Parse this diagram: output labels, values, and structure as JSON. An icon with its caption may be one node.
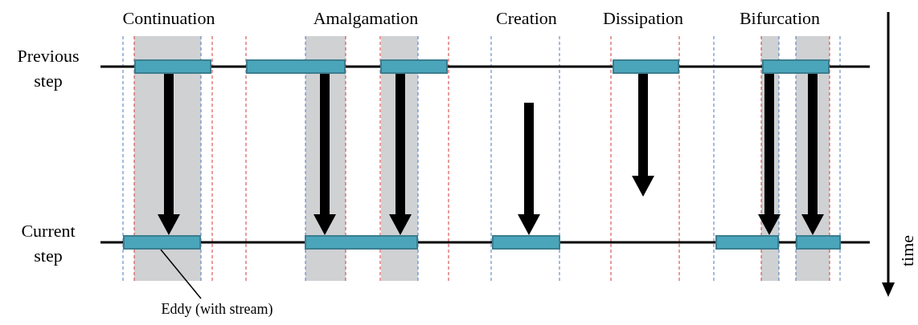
{
  "diagram": {
    "nodes": [
      {
        "text": [],
        "shape": "bar"
      },
      {
        "text": [],
        "shape": "bar"
      },
      {
        "text": [],
        "shape": "bar"
      },
      {
        "text": [],
        "shape": "bar"
      },
      {
        "text": [],
        "shape": "bar"
      },
      {
        "text": [],
        "shape": "bar"
      },
      {
        "text": [],
        "shape": "bar"
      },
      {
        "text": [],
        "shape": "bar"
      },
      {
        "text": [],
        "shape": "bar"
      },
      {
        "text": [],
        "shape": "bar"
      },
      {
        "text": [
          "Eddy (with stream)"
        ]
      }
    ],
    "edges": [
      {
        "from": 0,
        "to": 5,
        "arrow": "to"
      },
      {
        "from": 1,
        "to": 6,
        "arrow": "to"
      },
      {
        "from": 2,
        "to": 6,
        "arrow": "to"
      },
      {
        "from": null,
        "to": 7,
        "arrow": "to"
      },
      {
        "from": 3,
        "to": null,
        "arrow": "to"
      },
      {
        "from": 4,
        "to": 8,
        "arrow": "to"
      },
      {
        "from": 4,
        "to": 9,
        "arrow": "to"
      },
      {
        "from": 10,
        "to": 5,
        "arrow": "none"
      }
    ],
    "labels": [
      "Continuation",
      "Amalgamation",
      "Creation",
      "Dissipation",
      "Bifurcation",
      "Previous step",
      "Current step",
      "time"
    ]
  }
}
